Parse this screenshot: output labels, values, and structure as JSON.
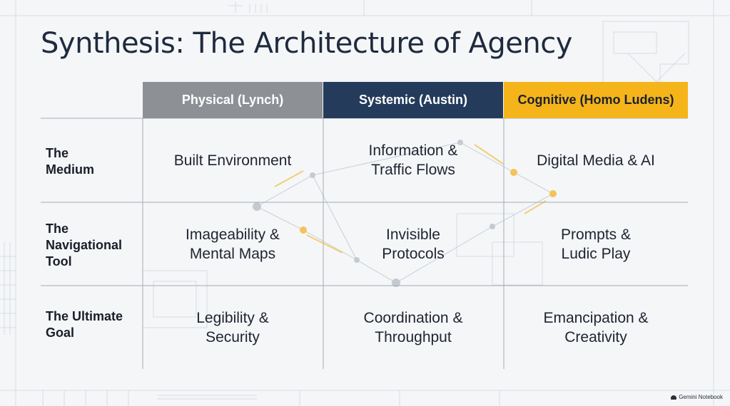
{
  "title": "Synthesis: The Architecture of Agency",
  "columns": [
    {
      "label": "Physical (Lynch)",
      "color": "#8d9196"
    },
    {
      "label": "Systemic (Austin)",
      "color": "#253b5c"
    },
    {
      "label": "Cognitive (Homo Ludens)",
      "color": "#f5b51a"
    }
  ],
  "rows": [
    {
      "label": "The\nMedium",
      "cells": [
        "Built Environment",
        "Information &\nTraffic Flows",
        "Digital Media & AI"
      ]
    },
    {
      "label": "The\nNavigational\nTool",
      "cells": [
        "Imageability &\nMental Maps",
        "Invisible\nProtocols",
        "Prompts &\nLudic Play"
      ]
    },
    {
      "label": "The Ultimate\nGoal",
      "cells": [
        "Legibility &\nSecurity",
        "Coordination &\nThroughput",
        "Emancipation &\nCreativity"
      ]
    }
  ],
  "branding": "Gemini Notebook"
}
